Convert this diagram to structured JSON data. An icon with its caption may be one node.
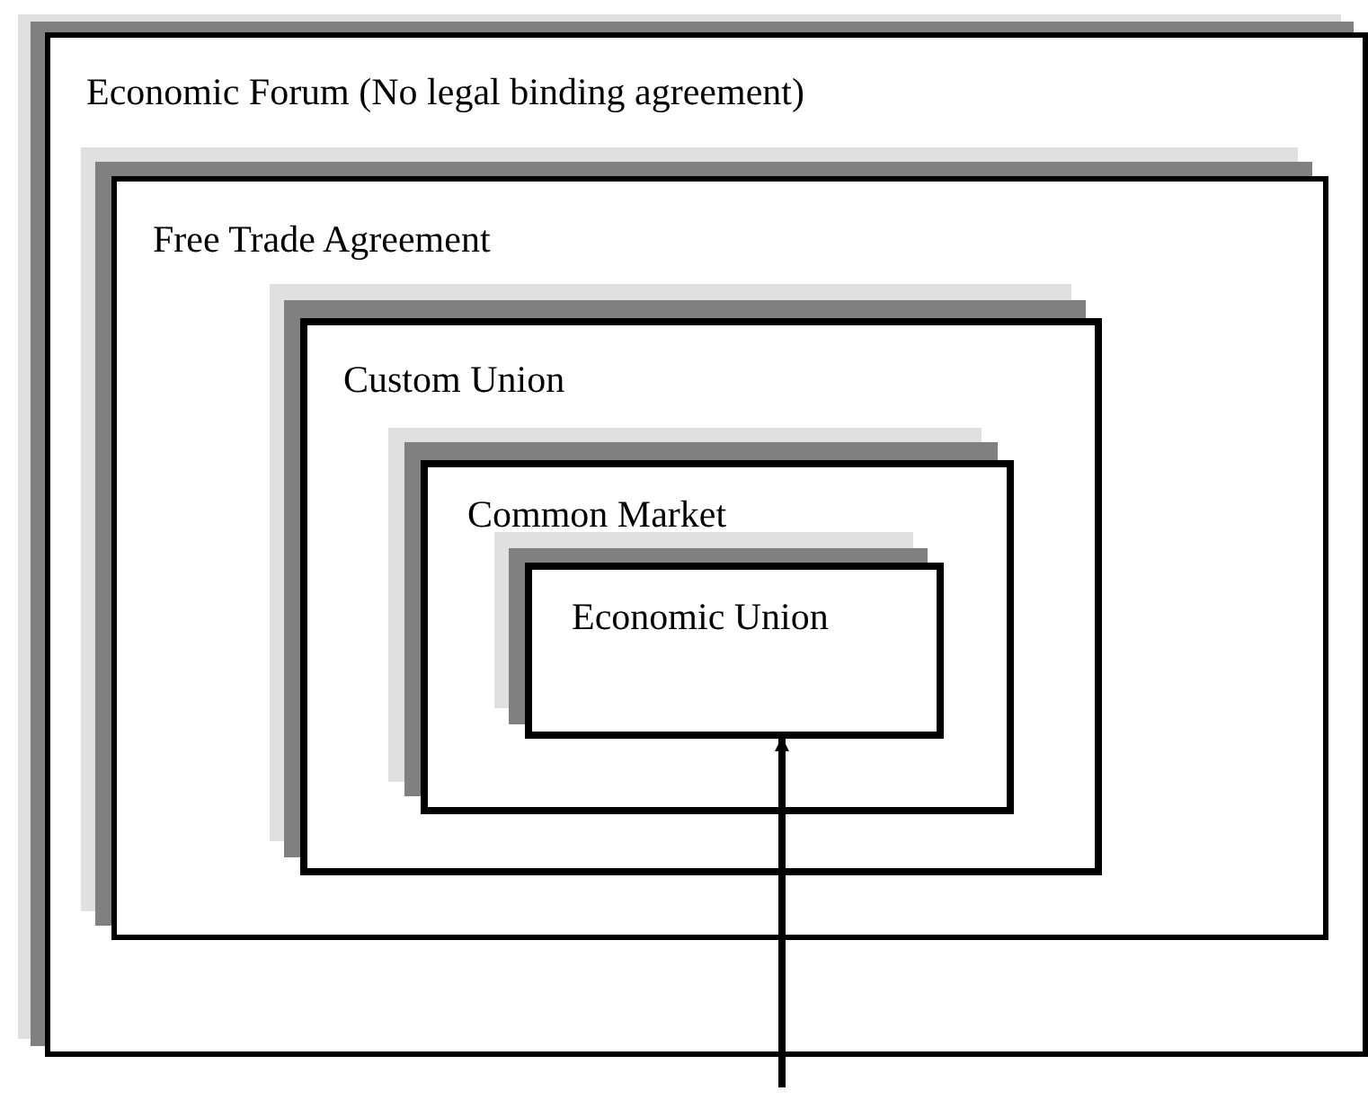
{
  "diagram": {
    "nodes": [
      {
        "text": [
          "Economic Forum (No legal binding agreement)"
        ]
      },
      {
        "text": [
          "Free Trade Agreement"
        ],
        "in": 0
      },
      {
        "text": [
          "Custom Union"
        ],
        "in": 1
      },
      {
        "text": [
          "Common Market"
        ],
        "in": 2
      },
      {
        "text": [
          "Economic Union"
        ],
        "in": 3
      }
    ],
    "edges": [
      {
        "from": null,
        "to": 4,
        "arrow": "to"
      }
    ]
  }
}
